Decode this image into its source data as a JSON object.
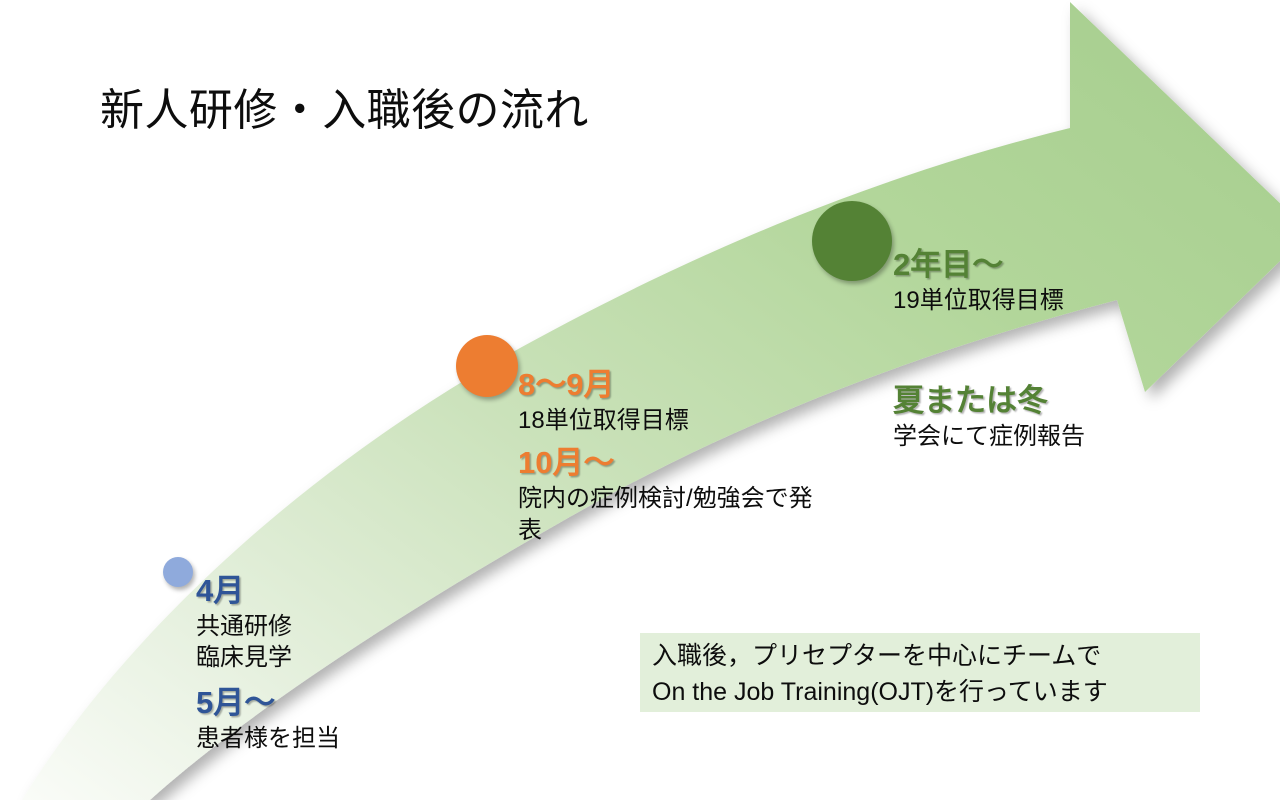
{
  "slide": {
    "title": "新人研修・入職後の流れ",
    "background_color": "#FFFFFF"
  },
  "arrow": {
    "name": "upward-curved-arrow",
    "fill_start_color": "#F2F7EE",
    "fill_end_color": "#AED293",
    "shadow": true
  },
  "milestones": [
    {
      "id": "april",
      "dot_color": "#8FAADC",
      "heading": "4月",
      "body": [
        "共通研修",
        "臨床見学"
      ],
      "heading2": "5月〜",
      "body2": [
        "患者様を担当"
      ],
      "heading_color": "#2F5597"
    },
    {
      "id": "aug-sep",
      "dot_color": "#ED7D31",
      "heading": "8〜9月",
      "body": [
        "18単位取得目標"
      ],
      "heading2": "10月〜",
      "body2": [
        "院内の症例検討/勉強会で発",
        "表"
      ],
      "heading_color": "#ED7D31"
    },
    {
      "id": "year2",
      "dot_color": "#548235",
      "heading": "2年目〜",
      "body": [
        "19単位取得目標"
      ],
      "heading_color": "#548235"
    },
    {
      "id": "season",
      "heading": "夏または冬",
      "body": [
        "学会にて症例報告"
      ],
      "heading_color": "#548235"
    }
  ],
  "callout": {
    "background_color": "#E2EFDA",
    "lines": [
      "入職後，プリセプターを中心にチームで",
      "On  the Job Training(OJT)を行っています"
    ]
  }
}
